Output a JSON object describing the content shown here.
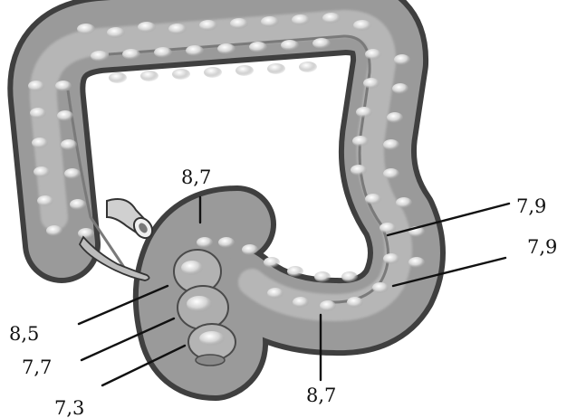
{
  "diagram": {
    "labels": {
      "transverse_top": "8,7",
      "descending_upper": "7,9",
      "descending_lower": "7,9",
      "sigmoid_bottom": "8,7",
      "rectum_upper": "8,5",
      "rectum_middle": "7,7",
      "rectum_lower": "7,3"
    }
  },
  "colors": {
    "colon_body": "#9a9a9a",
    "colon_shade": "#5e5e5e",
    "haustra_highlight": "#e8e8e8",
    "leader_line": "#111111"
  }
}
